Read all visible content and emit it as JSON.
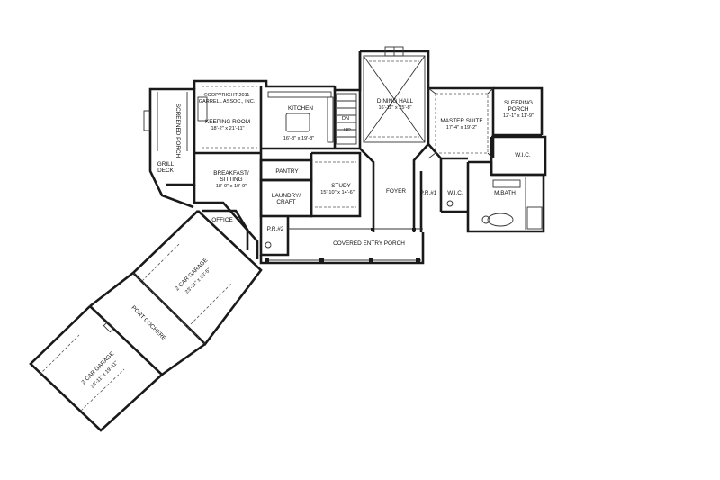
{
  "copyright": [
    "©COPYRIGHT 2011",
    "GARRELL ASSOC., INC."
  ],
  "rooms": {
    "screened_porch": {
      "name": "SCREENED PORCH"
    },
    "grill_deck": {
      "name": "GRILL",
      "name2": "DECK"
    },
    "keeping_room": {
      "name": "KEEPING ROOM",
      "dims": "18'-2\" x 21'-11\""
    },
    "kitchen": {
      "name": "KITCHEN",
      "dims": "16'-8\" x 19'-8\""
    },
    "dining_hall": {
      "name": "DINING HALL",
      "dims": "16'-11\" x 25'-8\""
    },
    "master_suite": {
      "name": "MASTER SUITE",
      "dims": "17'-4\" x 19'-2\""
    },
    "sleeping_porch": {
      "name": "SLEEPING",
      "name2": "PORCH",
      "dims": "12'-1\" x 11'-9\""
    },
    "wic_master": {
      "name": "W.I.C."
    },
    "breakfast": {
      "name": "BREAKFAST/",
      "name2": "SITTING",
      "dims": "18'-0\" x 10'-9\""
    },
    "pantry": {
      "name": "PANTRY"
    },
    "laundry": {
      "name": "LAUNDRY/",
      "name2": "CRAFT"
    },
    "study": {
      "name": "STUDY",
      "dims": "15'-10\" x 14'-6\""
    },
    "foyer": {
      "name": "FOYER"
    },
    "pr1": {
      "name": "P.R.#1"
    },
    "wic2": {
      "name": "W.I.C."
    },
    "mbath": {
      "name": "M.BATH"
    },
    "office": {
      "name": "OFFICE"
    },
    "pr2": {
      "name": "P.R.#2"
    },
    "covered_porch": {
      "name": "COVERED ENTRY PORCH"
    },
    "garage1": {
      "name": "2 CAR GARAGE",
      "dims": "23'-11\" x 23'-5\""
    },
    "port_cochere": {
      "name": "PORT COCHERE"
    },
    "garage2": {
      "name": "2 CAR GARAGE",
      "dims": "23'-11\" x 19'-11\""
    },
    "up_label": "UP",
    "dn_label": "DN"
  }
}
